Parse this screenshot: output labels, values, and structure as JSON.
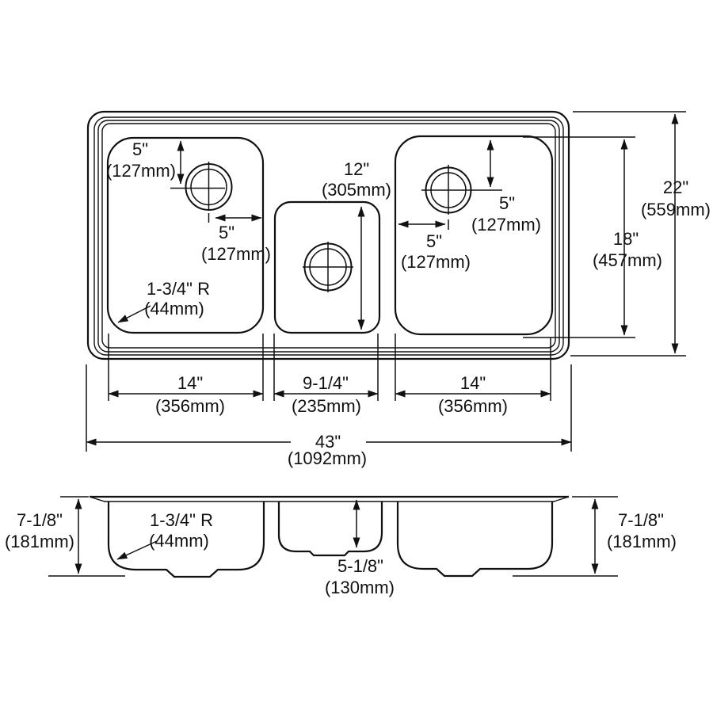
{
  "colors": {
    "line": "#111111",
    "background": "#ffffff"
  },
  "top_view": {
    "left_drain_from_top": {
      "inch": "5\"",
      "mm": "(127mm)"
    },
    "left_drain_from_right": {
      "inch": "5\"",
      "mm": "(127mm)"
    },
    "center_bowl_front_to_back": {
      "inch": "12\"",
      "mm": "(305mm)"
    },
    "right_drain_from_top": {
      "inch": "5\"",
      "mm": "(127mm)"
    },
    "right_drain_from_left": {
      "inch": "5\"",
      "mm": "(127mm)"
    },
    "overall_front_to_back": {
      "inch": "22\"",
      "mm": "(559mm)"
    },
    "bowl_front_to_back": {
      "inch": "18\"",
      "mm": "(457mm)"
    },
    "bowl_corner_radius": {
      "inch": "1-3/4\" R",
      "mm": "(44mm)"
    },
    "left_bowl_width": {
      "inch": "14\"",
      "mm": "(356mm)"
    },
    "center_bowl_width": {
      "inch": "9-1/4\"",
      "mm": "(235mm)"
    },
    "right_bowl_width": {
      "inch": "14\"",
      "mm": "(356mm)"
    },
    "overall_width": {
      "inch": "43\"",
      "mm": "(1092mm)"
    }
  },
  "front_view": {
    "left_bowl_depth": {
      "inch": "7-1/8\"",
      "mm": "(181mm)"
    },
    "center_bowl_depth": {
      "inch": "5-1/8\"",
      "mm": "(130mm)"
    },
    "right_bowl_depth": {
      "inch": "7-1/8\"",
      "mm": "(181mm)"
    },
    "bowl_corner_radius": {
      "inch": "1-3/4\" R",
      "mm": "(44mm)"
    }
  }
}
